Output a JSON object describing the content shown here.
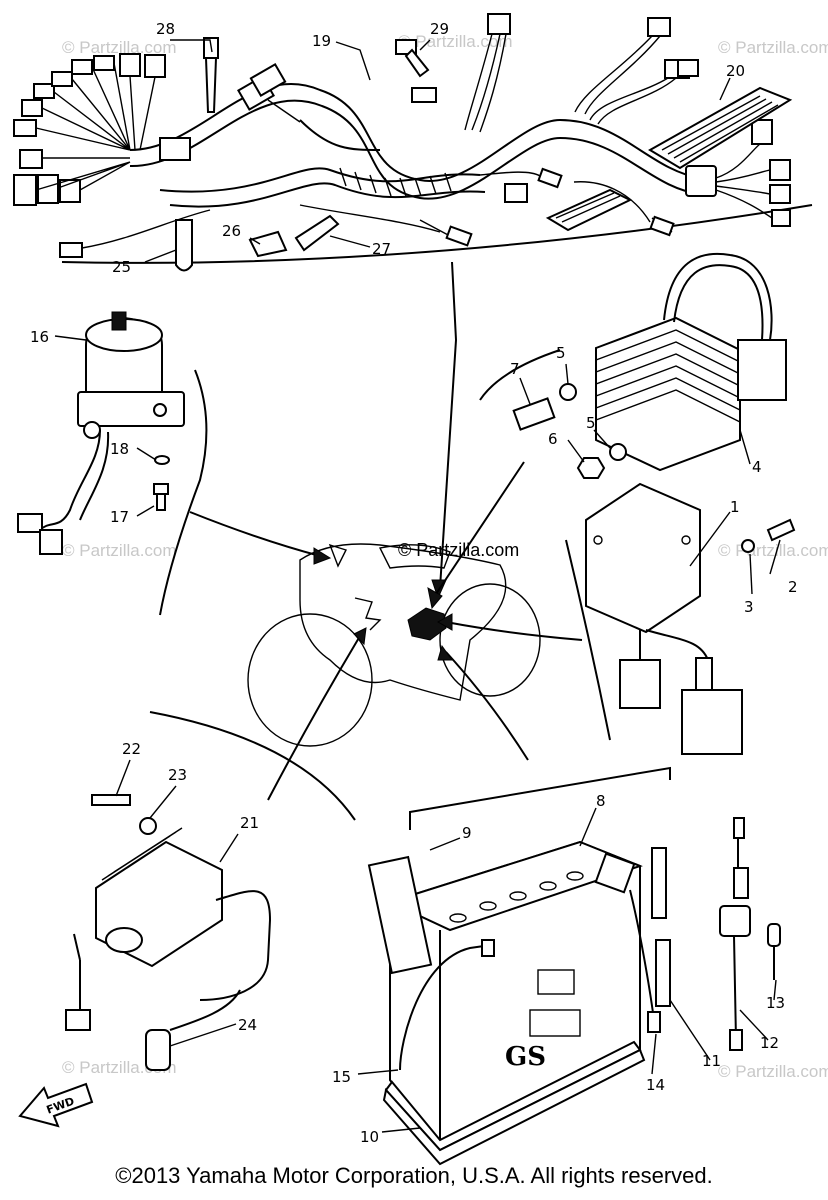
{
  "watermark": "© Partzilla.com",
  "center_watermark": "© Partzilla.com",
  "copyright": "©2013 Yamaha Motor Corporation, U.S.A. All rights reserved.",
  "fwd_label": "FWD",
  "battery_labels": {
    "brand": "GS"
  },
  "callouts": {
    "c1": "1",
    "c2": "2",
    "c3": "3",
    "c4": "4",
    "c5a": "5",
    "c5b": "5",
    "c6": "6",
    "c7": "7",
    "c8": "8",
    "c9": "9",
    "c10": "10",
    "c11": "11",
    "c12": "12",
    "c13": "13",
    "c14": "14",
    "c15": "15",
    "c16": "16",
    "c17": "17",
    "c18": "18",
    "c19": "19",
    "c20": "20",
    "c21": "21",
    "c22": "22",
    "c23": "23",
    "c24": "24",
    "c25": "25",
    "c26": "26",
    "c27": "27",
    "c28": "28",
    "c29": "29"
  }
}
